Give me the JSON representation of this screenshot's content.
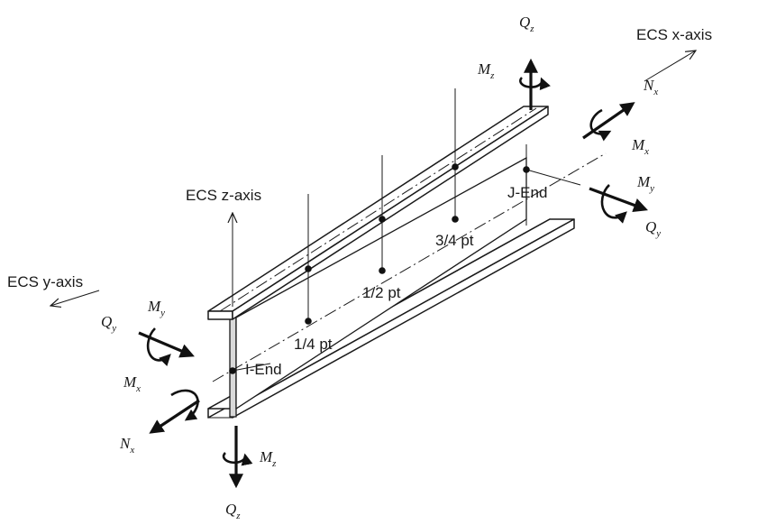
{
  "axes": {
    "ecs_x": "ECS x-axis",
    "ecs_y": "ECS y-axis",
    "ecs_z": "ECS z-axis"
  },
  "ends": {
    "i_end": "I-End",
    "j_end": "J-End"
  },
  "points": {
    "quarter": "1/4 pt",
    "half": "1/2 pt",
    "three_quarter": "3/4 pt"
  },
  "forces": {
    "N": {
      "symbol": "N",
      "sub": "x"
    },
    "Qy": {
      "symbol": "Q",
      "sub": "y"
    },
    "Qz": {
      "symbol": "Q",
      "sub": "z"
    },
    "Mx": {
      "symbol": "M",
      "sub": "x"
    },
    "My": {
      "symbol": "M",
      "sub": "y"
    },
    "Mz": {
      "symbol": "M",
      "sub": "z"
    }
  },
  "colors": {
    "line": "#1a1a1a",
    "web_fill": "#d9d9d9",
    "background": "#ffffff"
  }
}
